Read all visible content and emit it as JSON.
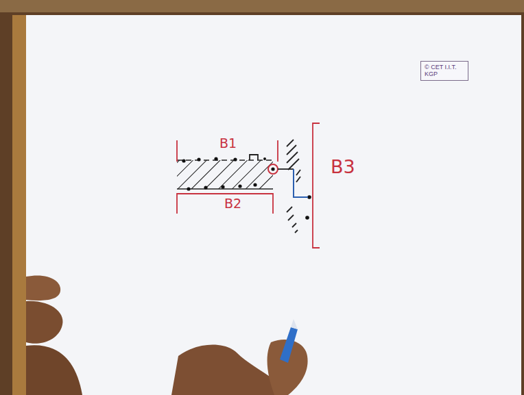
{
  "diagram": {
    "labels": [
      "B1",
      "B2",
      "B3",
      "© CET I.I.T. KGP"
    ]
  }
}
